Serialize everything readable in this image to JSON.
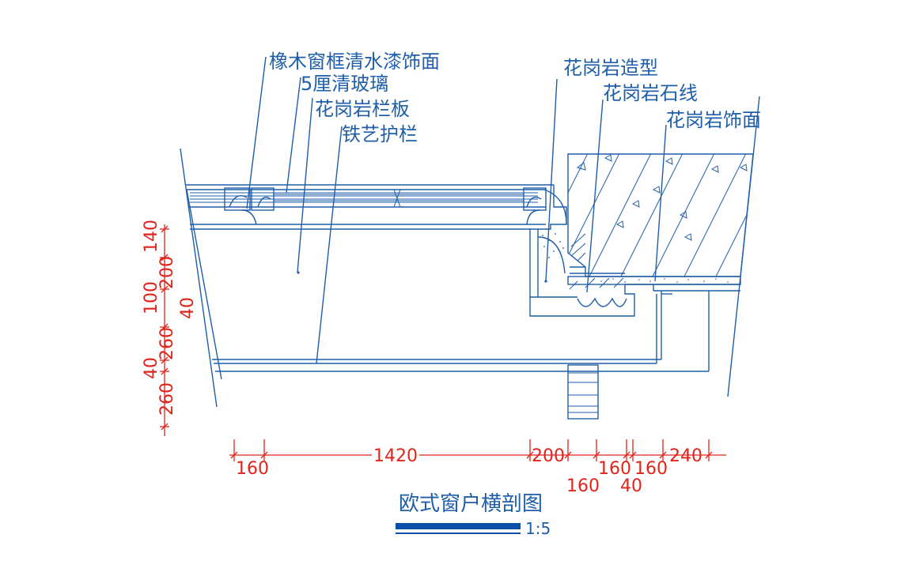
{
  "labels": {
    "l1": "橡木窗框清水漆饰面",
    "l2": "5厘清玻璃",
    "l3": "花岗岩栏板",
    "l4": "铁艺护栏",
    "r1": "花岗岩造型",
    "r2": "花岗岩石线",
    "r3": "花岗岩饰面"
  },
  "title": "欧式窗户横剖图",
  "scale": "1:5",
  "dims_h_top": [
    "160",
    "1420",
    "200",
    "160",
    "160",
    "240"
  ],
  "dims_h_bottom": [
    "160",
    "40"
  ],
  "dims_v": [
    "140",
    "200",
    "100",
    "40",
    "260",
    "40",
    "260"
  ],
  "colors": {
    "line": "#1f5ea8",
    "dimension": "#e0241b",
    "scalebar": "#0b4fa8"
  }
}
